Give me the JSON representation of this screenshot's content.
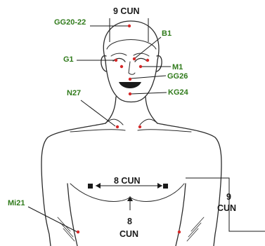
{
  "colors": {
    "point": "#d62828",
    "label_green": "#2f7a1a",
    "label_dark": "#1a1a1a",
    "outline": "#2a2a2a"
  },
  "labels": {
    "gg20": "GG20-22",
    "b1": "B1",
    "g1": "G1",
    "m1": "M1",
    "gg26": "GG26",
    "kg24": "KG24",
    "n27": "N27",
    "mi21": "Mi21"
  },
  "measures": {
    "head_width": "9 CUN",
    "chest_width": "8 CUN",
    "vertical_a_num": "8",
    "vertical_a_unit": "CUN",
    "vertical_b_num": "9",
    "vertical_b_unit": "CUN"
  }
}
